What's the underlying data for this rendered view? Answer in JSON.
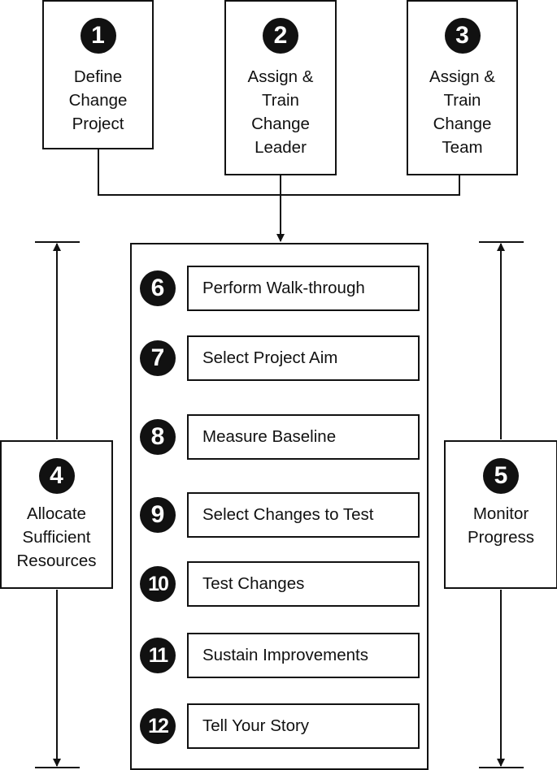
{
  "top_steps": [
    {
      "number": "1",
      "label": "Define\nChange\nProject"
    },
    {
      "number": "2",
      "label": "Assign &\nTrain\nChange\nLeader"
    },
    {
      "number": "3",
      "label": "Assign &\nTrain\nChange\nTeam"
    }
  ],
  "side_steps": {
    "left": {
      "number": "4",
      "label": "Allocate\nSufficient\nResources"
    },
    "right": {
      "number": "5",
      "label": "Monitor\nProgress"
    }
  },
  "phase_steps": [
    {
      "number": "6",
      "label": "Perform Walk-through"
    },
    {
      "number": "7",
      "label": "Select Project Aim"
    },
    {
      "number": "8",
      "label": "Measure Baseline"
    },
    {
      "number": "9",
      "label": "Select Changes to Test"
    },
    {
      "number": "10",
      "label": "Test Changes"
    },
    {
      "number": "11",
      "label": "Sustain Improvements"
    },
    {
      "number": "12",
      "label": "Tell Your Story"
    }
  ],
  "colors": {
    "line": "#111111",
    "badge_fill": "#111111",
    "badge_text": "#ffffff",
    "background": "#ffffff"
  }
}
